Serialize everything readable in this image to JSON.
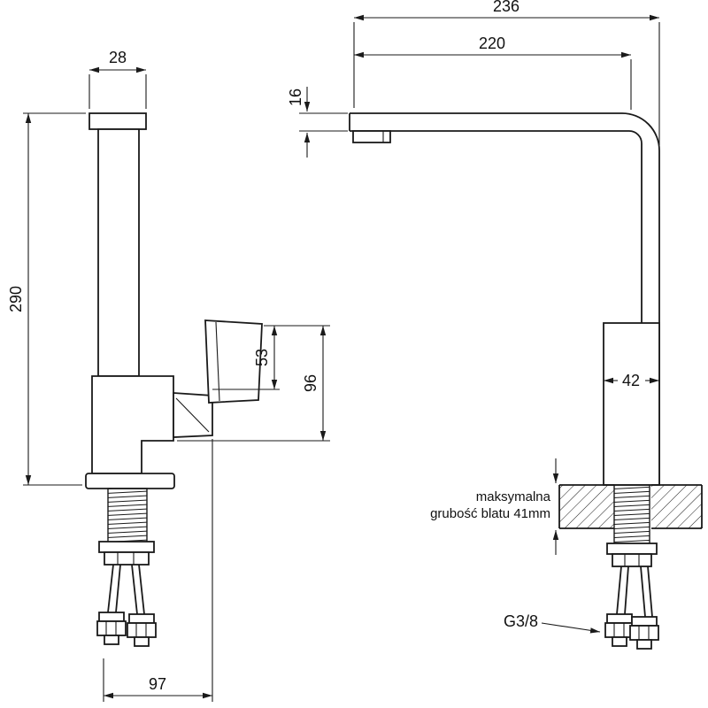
{
  "drawing": {
    "ink_color": "#1a1a1a",
    "background_color": "#ffffff",
    "left_view": {
      "dim_cap_width": "28",
      "dim_total_height": "290",
      "dim_handle_height": "53",
      "dim_body_height": "96",
      "dim_base_depth": "97"
    },
    "right_view": {
      "dim_total_reach": "236",
      "dim_spout_reach": "220",
      "dim_spout_thickness": "16",
      "dim_body_width": "42",
      "note_line1": "maksymalna",
      "note_line2": "grubość blatu 41mm",
      "thread_size": "G3/8"
    }
  }
}
